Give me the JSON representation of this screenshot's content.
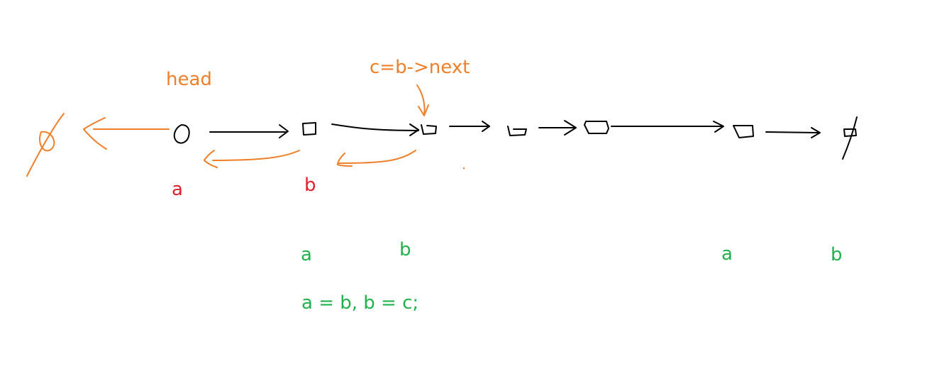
{
  "labels": {
    "head": "head",
    "c_next": "c=b->next",
    "a_red": "a",
    "b_red": "b",
    "a_green_1": "a",
    "b_green_1": "b",
    "a_green_2": "a",
    "b_green_2": "b",
    "assignment": "a = b, b = c;"
  },
  "colors": {
    "orange": "#F07F2A",
    "red": "#E0202C",
    "green": "#22B14C",
    "ink": "#000000"
  }
}
